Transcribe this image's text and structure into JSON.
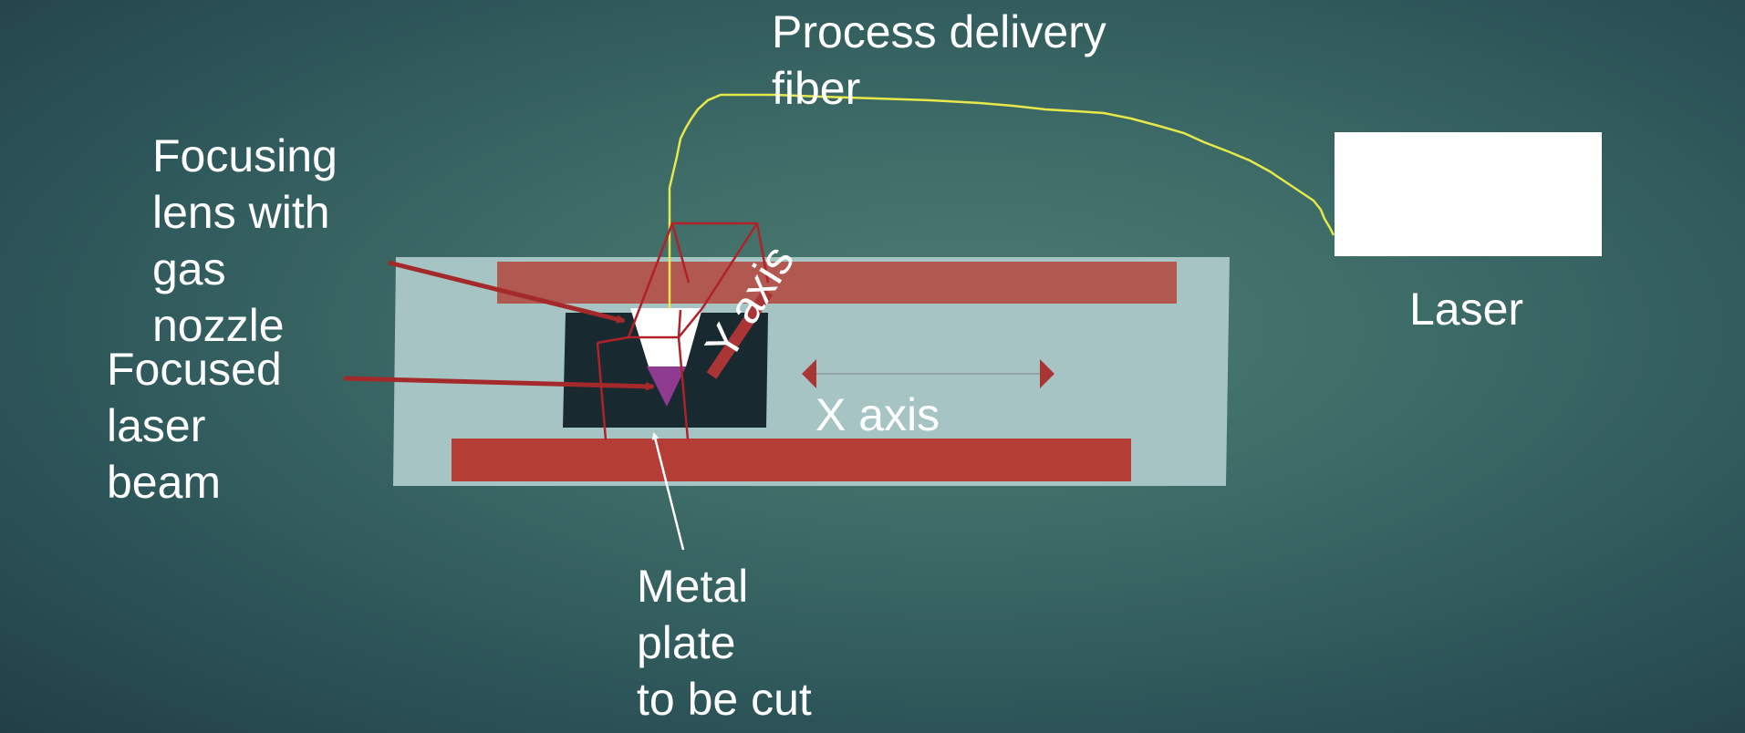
{
  "labels": {
    "fiber": "Process delivery\nfiber",
    "lens": "Focusing\nlens with\ngas\nnozzle",
    "beam": "Focused\nlaser\nbeam",
    "plate": "Metal\nplate\nto be cut",
    "laser": "Laser",
    "x_axis": "X axis",
    "y_axis": "Y axis"
  },
  "colors": {
    "background": "#3d6b67",
    "table": "#a6c4c3",
    "rail_top": "#b15850",
    "rail_bottom": "#b43d35",
    "plate": "#182a30",
    "frame": "#b02228",
    "arrow": "#a3292a",
    "fiber": "#e8e84a",
    "beam": "#8e3a8e",
    "laser_box": "#ffffff"
  }
}
